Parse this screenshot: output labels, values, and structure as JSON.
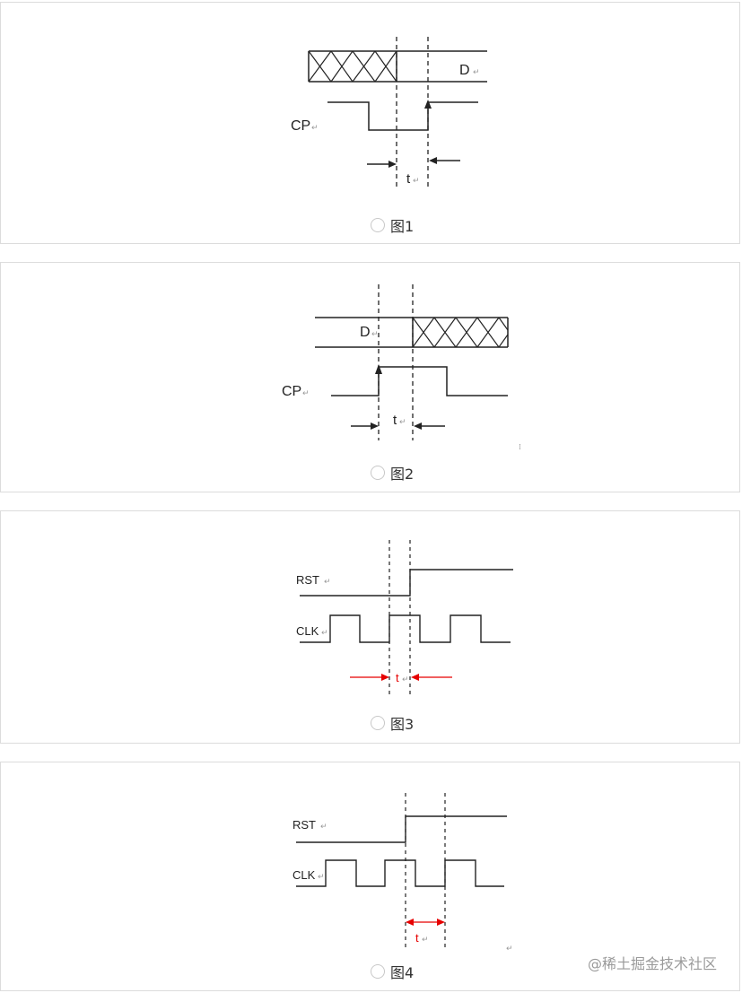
{
  "options": [
    {
      "label": "图1",
      "d": "D",
      "cp": "CP",
      "t": "t"
    },
    {
      "label": "图2",
      "d": "D",
      "cp": "CP",
      "t": "t"
    },
    {
      "label": "图3",
      "rst": "RST",
      "clk": "CLK",
      "t": "t"
    },
    {
      "label": "图4",
      "rst": "RST",
      "clk": "CLK",
      "t": "t"
    }
  ],
  "watermark": "@稀土掘金技术社区",
  "colors": {
    "arrow_red": "#e60000",
    "line": "#222222",
    "border": "#dcdcdc"
  }
}
